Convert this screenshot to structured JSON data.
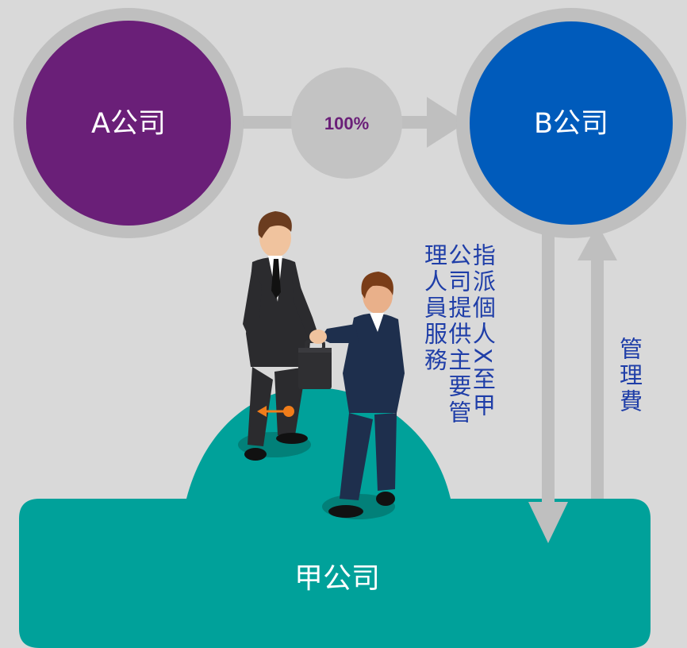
{
  "nodes": {
    "company_a": "A公司",
    "company_b": "B公司",
    "company_jia": "甲公司",
    "ownership_pct": "100%"
  },
  "labels": {
    "assignment_col1": "指派個人X至甲",
    "assignment_col2": "公司提供主要管",
    "assignment_col3": "理人員服務",
    "management_fee": "管理費"
  },
  "colors": {
    "background": "#d9d9d9",
    "company_a_fill": "#6a1f78",
    "company_b_fill": "#005bbb",
    "company_jia_fill": "#00a19a",
    "ring": "#bfbfbf",
    "arrow": "#bfbfbf",
    "pct_text": "#6a1f78",
    "label_text": "#1f3ea8"
  },
  "icons": [
    "businessmen-handshake-illustration",
    "briefcase-icon",
    "orange-arrow-icon"
  ]
}
